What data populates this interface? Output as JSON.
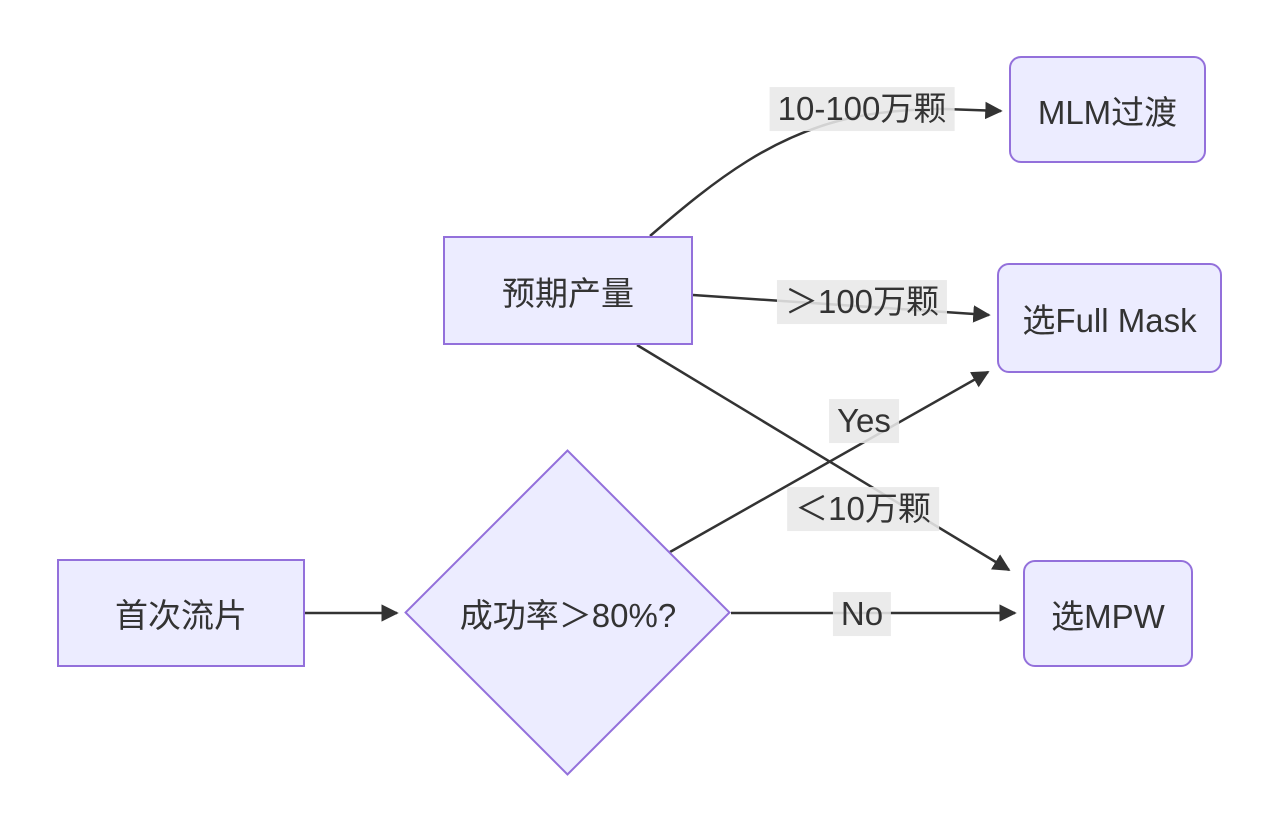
{
  "diagram": {
    "type": "flowchart",
    "direction": "left-to-right",
    "colors": {
      "background": "#ffffff",
      "node_fill": "#ECECFF",
      "node_border": "#9370DB",
      "edge_line": "#333333",
      "edge_label_bg": "#e8e8e8",
      "text": "#333333"
    },
    "nodes": [
      {
        "id": "first-tapeout",
        "label": "首次流片",
        "shape": "rect"
      },
      {
        "id": "success-rate",
        "label": "成功率＞80%?",
        "shape": "diamond"
      },
      {
        "id": "expected-yield",
        "label": "预期产量",
        "shape": "rect"
      },
      {
        "id": "mlm-transition",
        "label": "MLM过渡",
        "shape": "rounded-rect"
      },
      {
        "id": "full-mask",
        "label": "选Full Mask",
        "shape": "rounded-rect"
      },
      {
        "id": "mpw",
        "label": "选MPW",
        "shape": "rounded-rect"
      }
    ],
    "edges": [
      {
        "from": "first-tapeout",
        "to": "success-rate",
        "label": ""
      },
      {
        "from": "success-rate",
        "to": "full-mask",
        "label": "Yes"
      },
      {
        "from": "success-rate",
        "to": "mpw",
        "label": "No"
      },
      {
        "from": "expected-yield",
        "to": "mlm-transition",
        "label": "10-100万颗"
      },
      {
        "from": "expected-yield",
        "to": "full-mask",
        "label": "＞100万颗"
      },
      {
        "from": "expected-yield",
        "to": "mpw",
        "label": "＜10万颗"
      }
    ]
  }
}
